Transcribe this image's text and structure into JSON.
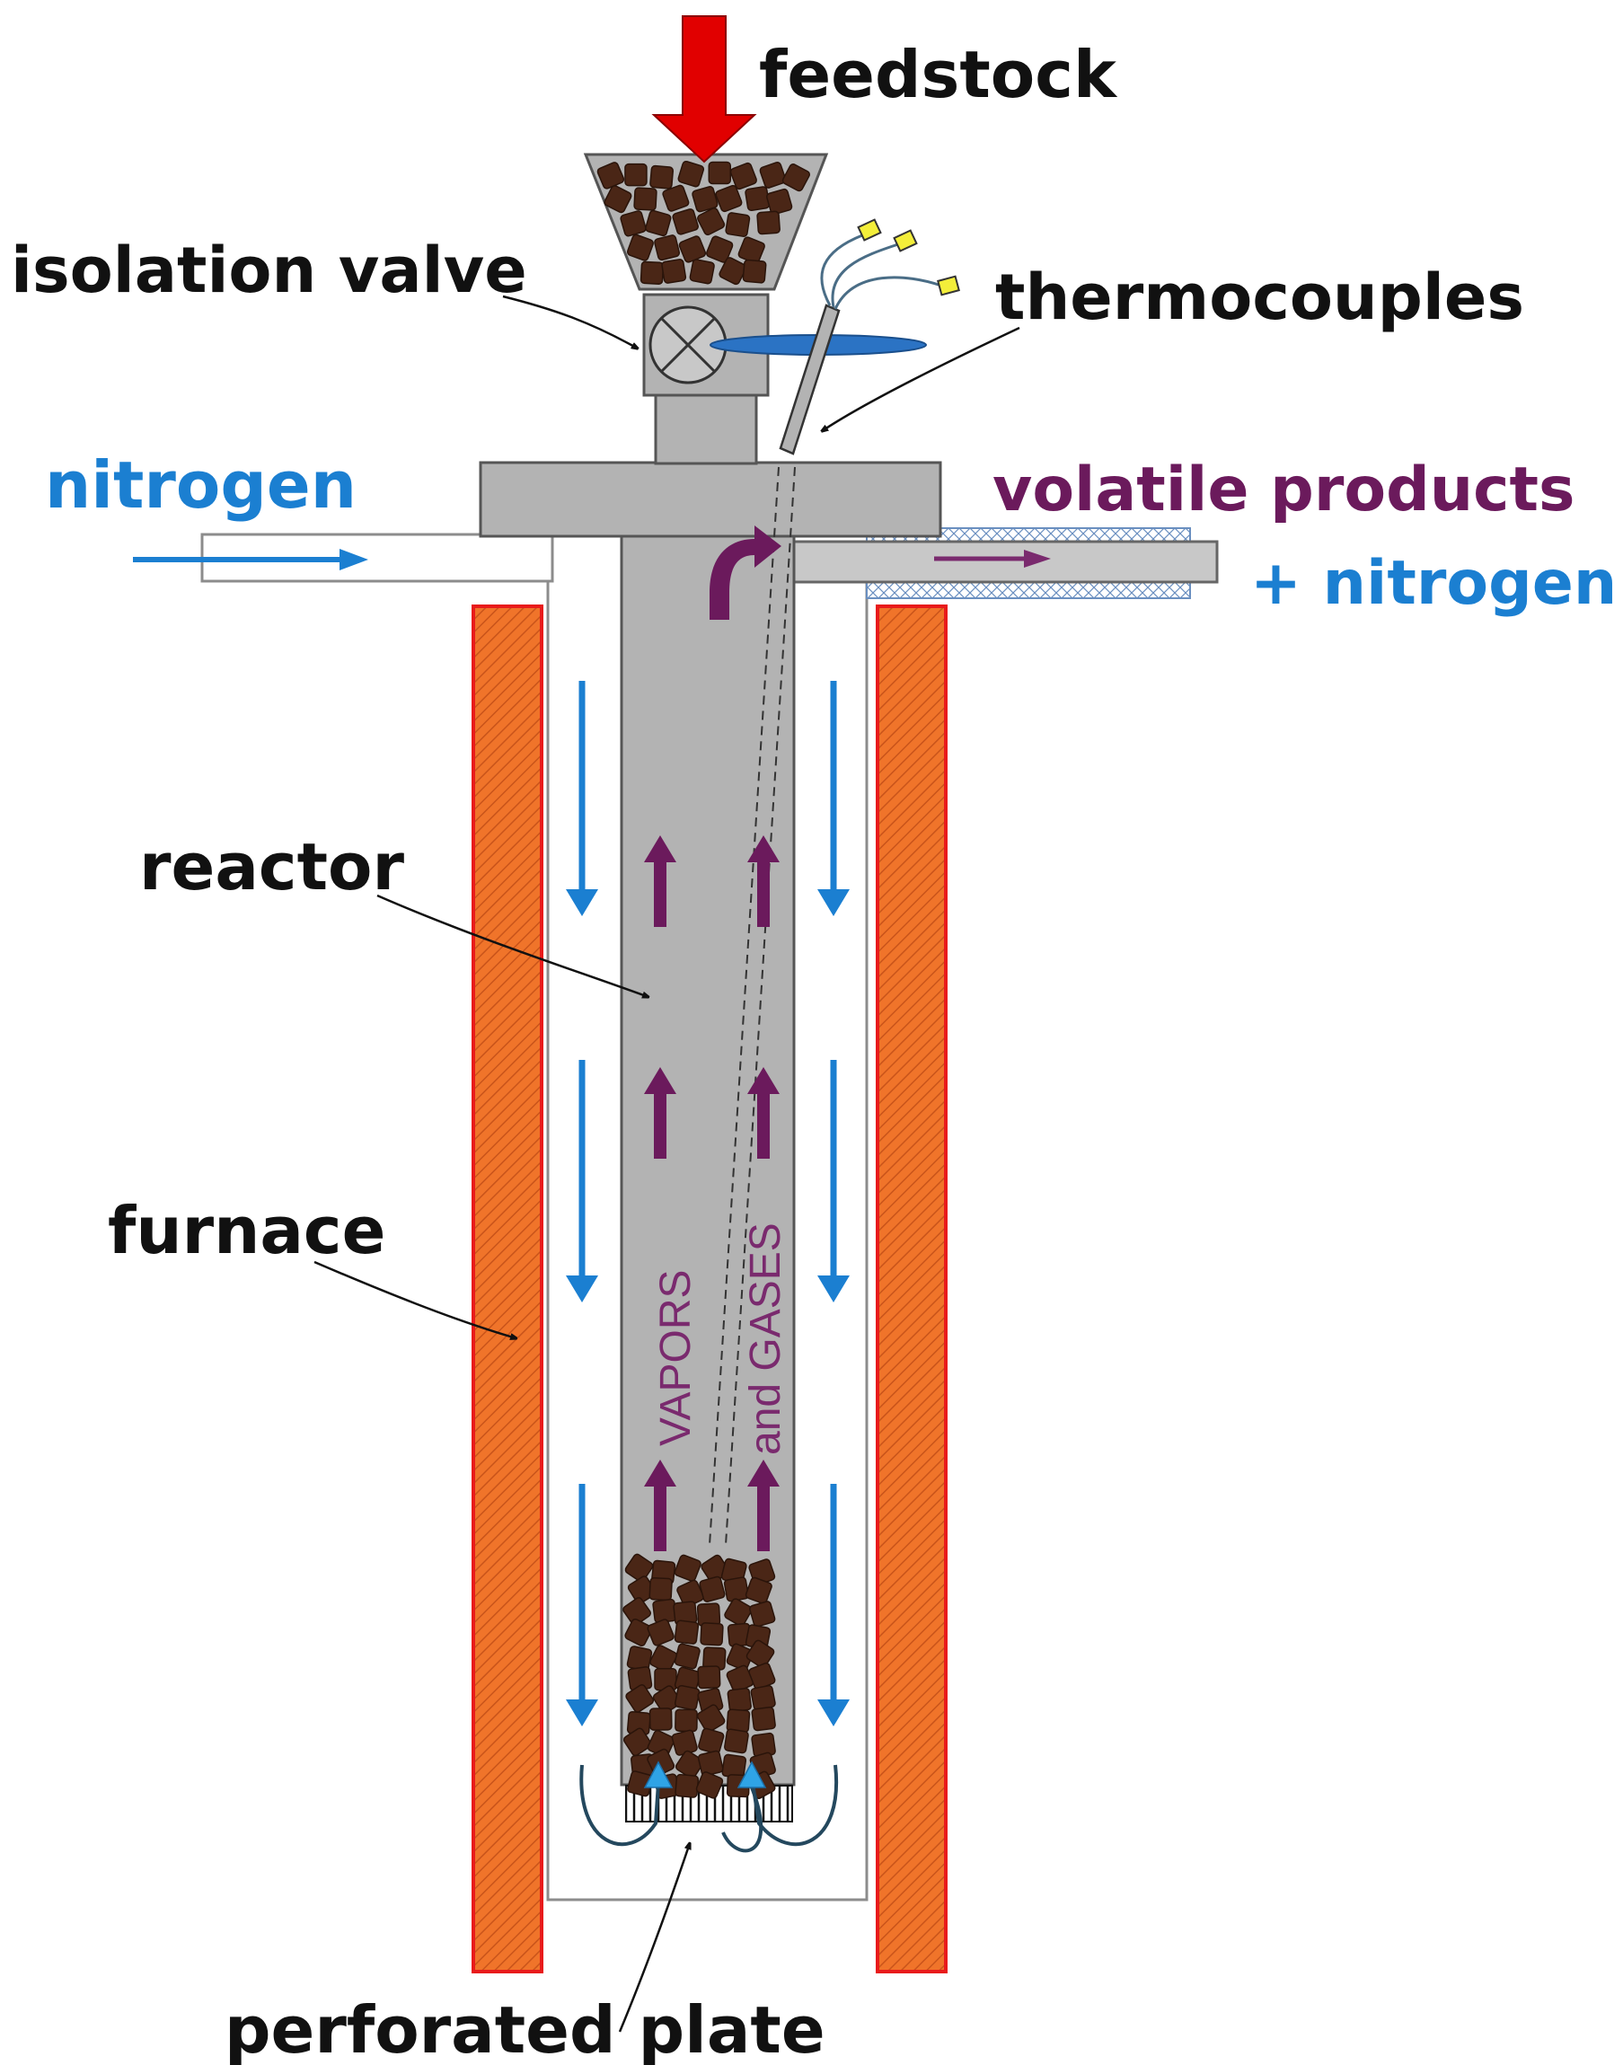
{
  "labels": {
    "feedstock": "feedstock",
    "isolation_valve": "isolation valve",
    "thermocouples": "thermocouples",
    "nitrogen": "nitrogen",
    "volatile_products": "volatile products",
    "plus_nitrogen": "+ nitrogen",
    "reactor": "reactor",
    "furnace": "furnace",
    "perforated_plate": "perforated plate",
    "vapors": "VAPORS",
    "and_gases": "and GASES"
  },
  "colors": {
    "label_text": "#111111",
    "nitrogen_blue": "#1b7fd1",
    "volatile_purple": "#6b1a5c",
    "feed_arrow_red": "#e10000",
    "furnace_orange": "#f0742a",
    "furnace_border": "#e81b1b",
    "steel_gray": "#b3b3b3",
    "particle_brown": "#4a2616",
    "thermocouple_yellow": "#f3ee3a",
    "valve_handle_blue": "#2b73c4"
  },
  "icons": {
    "feed_arrow": "down-arrow",
    "flow_down": "down-arrow",
    "flow_up": "up-arrow",
    "valve": "butterfly-valve-icon",
    "particles": "biomass-particles"
  }
}
